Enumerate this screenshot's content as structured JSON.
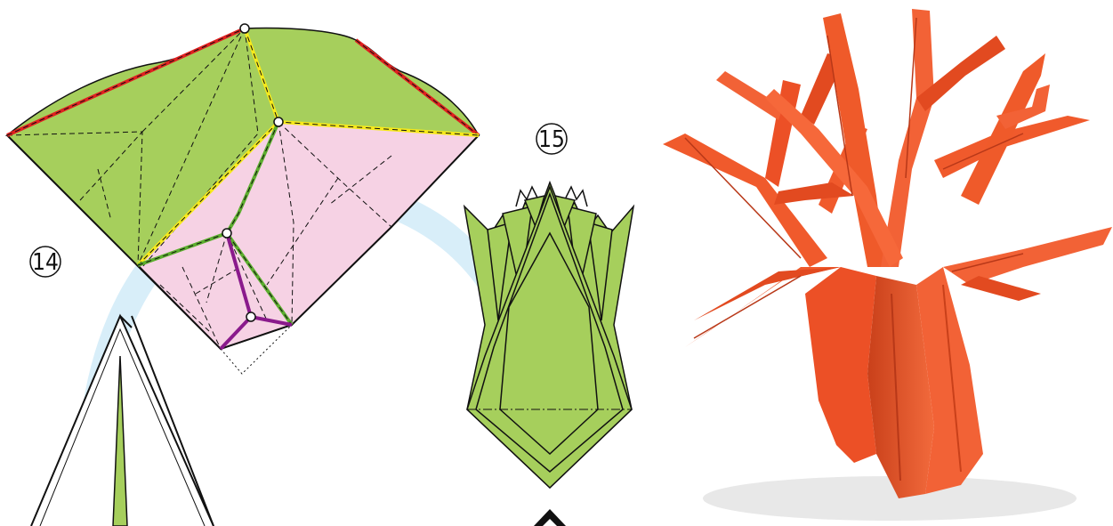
{
  "steps": [
    {
      "number": "14"
    },
    {
      "number": "15"
    }
  ],
  "colors": {
    "paper_front": "#a6cf5c",
    "paper_back": "#f6d2e4",
    "arrow_path": "#d8eef9",
    "crease_red": "#e02020",
    "crease_yellow": "#f7ea1a",
    "crease_green": "#5cae2e",
    "crease_purple": "#8a1a8c",
    "model_orange": "#ef5a2a",
    "outline": "#111111"
  },
  "icons": [
    "fold-arrow-icon",
    "reference-point-icon",
    "push-arrow-icon"
  ],
  "photo": {
    "subject": "finished-origami-model"
  }
}
